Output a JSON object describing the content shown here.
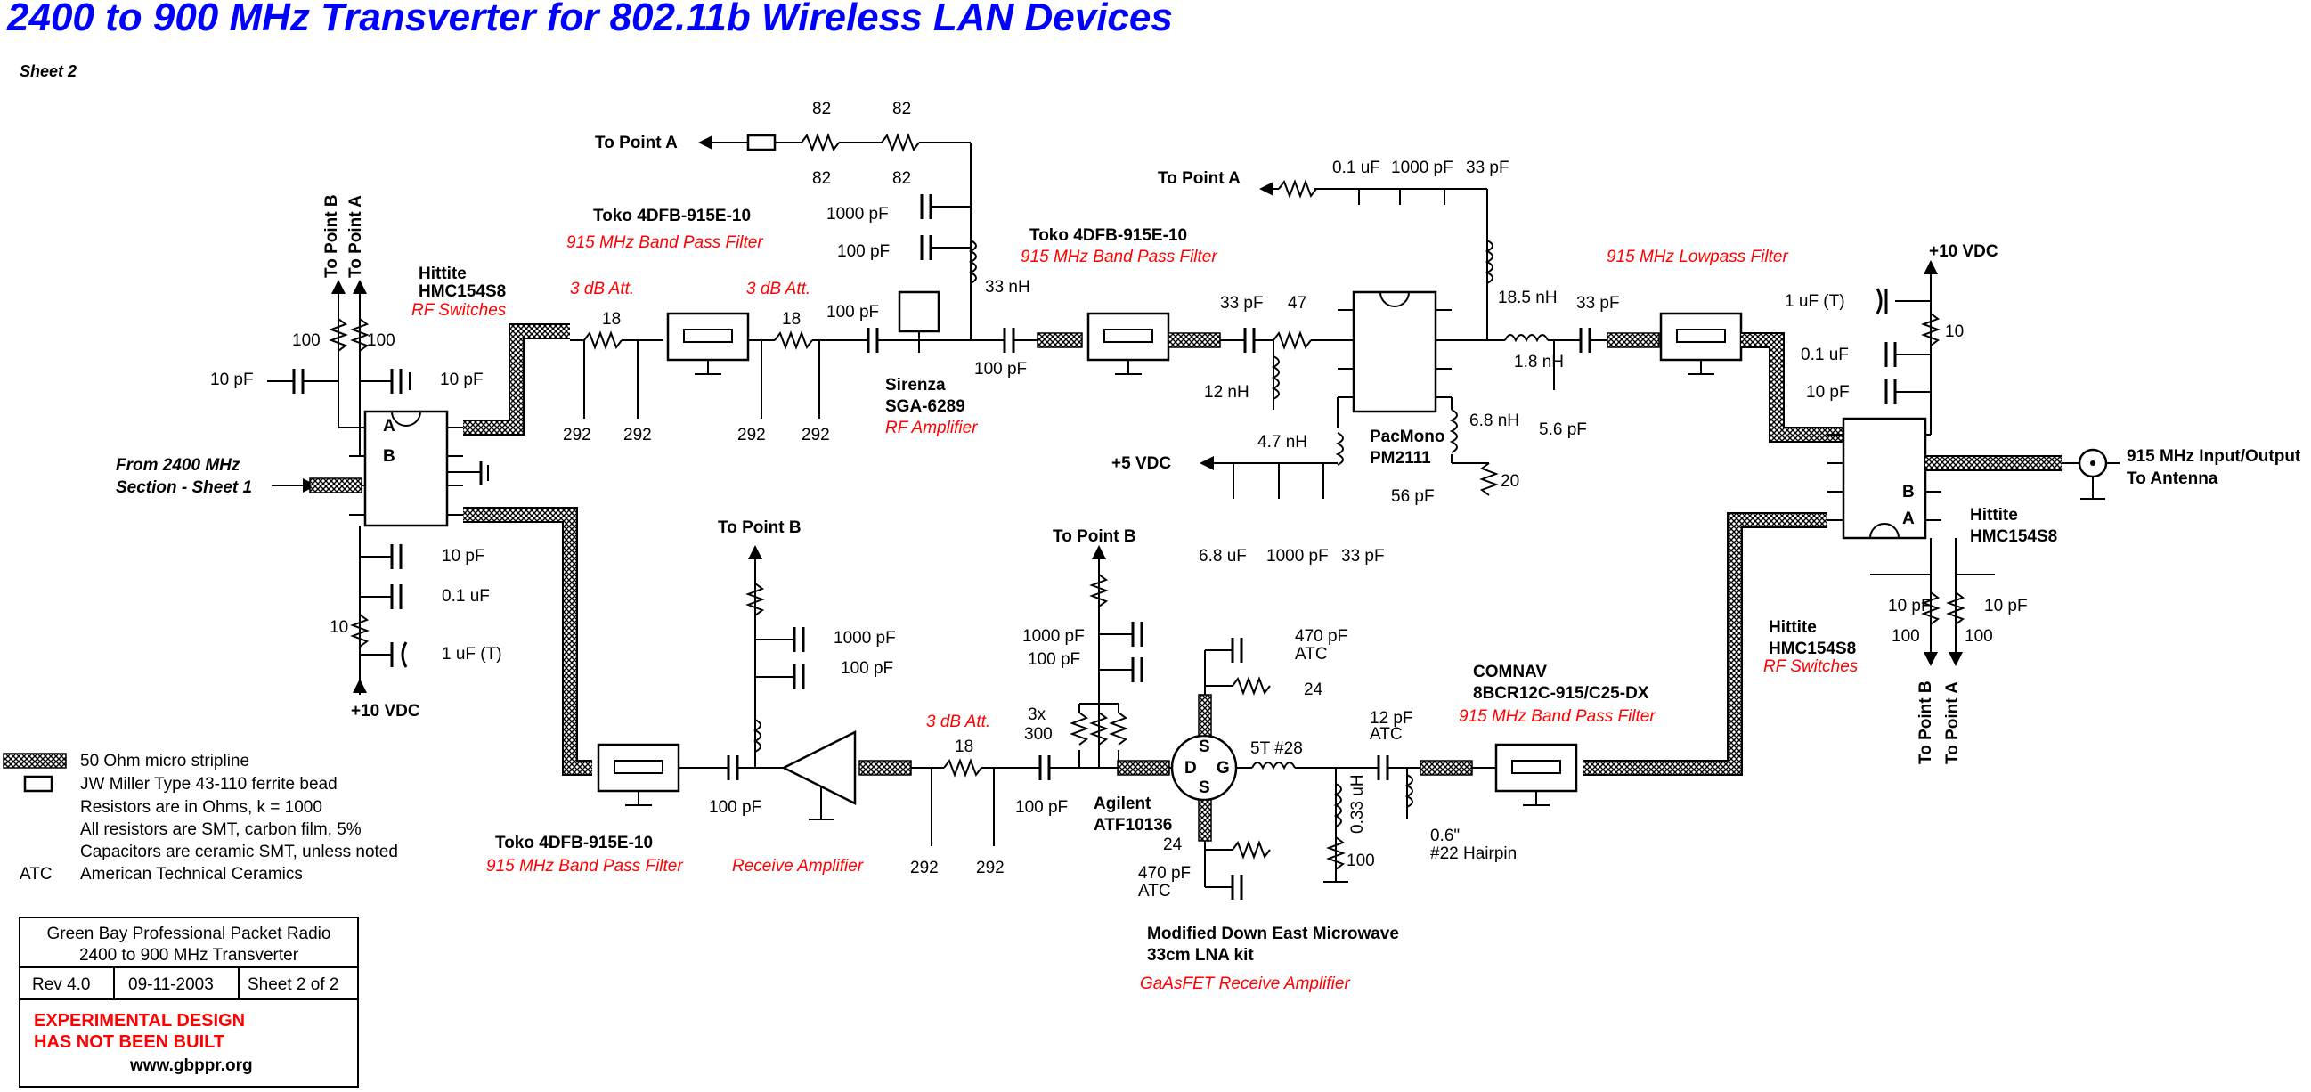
{
  "title": "2400 to 900 MHz Transverter for 802.11b Wireless LAN Devices",
  "sheet": "Sheet 2",
  "labels": {
    "to_point_a": "To Point A",
    "to_point_b": "To Point B",
    "hittite": "Hittite",
    "hmc154s8": "HMC154S8",
    "rf_switches": "RF Switches",
    "toko": "Toko 4DFB-915E-10",
    "bpf_915": "915 MHz Band Pass Filter",
    "att_3db": "3 dB Att.",
    "sirenza": "Sirenza",
    "sga6289": "SGA-6289",
    "rf_amplifier": "RF Amplifier",
    "pacmono": "PacMono",
    "pm2111": "PM2111",
    "lpf_915": "915 MHz Lowpass Filter",
    "plus10vdc": "+10 VDC",
    "plus5vdc": "+5 VDC",
    "from_2400_1": "From 2400 MHz",
    "from_2400_2": "Section - Sheet 1",
    "antenna_1": "915 MHz Input/Output",
    "antenna_2": "To Antenna",
    "receive_amplifier": "Receive Amplifier",
    "agilent": "Agilent",
    "atf10136": "ATF10136",
    "comnav_1": "COMNAV",
    "comnav_2": "8BCR12C-915/C25-DX",
    "down_east_1": "Modified Down East Microwave",
    "down_east_2": "33cm LNA kit",
    "gaasfet": "GaAsFET Receive Amplifier",
    "atc": "ATC",
    "hairpin_1": "0.6\"",
    "hairpin_2": "#22 Hairpin",
    "turns": "5T #28",
    "three_x": "3x",
    "pin_a": "A",
    "pin_b": "B",
    "fet_d": "D",
    "fet_s": "S",
    "fet_g": "G"
  },
  "values": {
    "r82": "82",
    "r100": "100",
    "r18": "18",
    "r292": "292",
    "r47": "47",
    "r10": "10",
    "r20": "20",
    "r24": "24",
    "r300": "300",
    "c10pf": "10 pF",
    "c100pf": "100 pF",
    "c1000pf": "1000 pF",
    "c33pf": "33 pF",
    "c01uf": "0.1 uF",
    "c1uft": "1 uF (T)",
    "c56pf": "56 pF",
    "c56": "5.6 pF",
    "c68uf": "6.8 uF",
    "c12pf": "12 pF",
    "c470pf": "470 pF",
    "l33nh": "33 nH",
    "l12nh": "12 nH",
    "l47nh": "4.7 nH",
    "l68nh": "6.8 nH",
    "l185nh": "18.5 nH",
    "l18nh": "1.8 nH",
    "l033uh": "0.33 uH"
  },
  "legend": {
    "items": [
      {
        "symbol": "stripline",
        "text": "50 Ohm micro stripline"
      },
      {
        "symbol": "bead",
        "text": "JW Miller Type 43-110 ferrite bead"
      },
      {
        "symbol": "",
        "text": "Resistors are in Ohms, k = 1000"
      },
      {
        "symbol": "",
        "text": "All resistors are SMT, carbon film, 5%"
      },
      {
        "symbol": "",
        "text": "Capacitors are ceramic SMT, unless noted"
      },
      {
        "symbol": "ATC",
        "text": "American Technical Ceramics"
      }
    ]
  },
  "titleblock": {
    "org": "Green Bay Professional Packet Radio",
    "project": "2400 to 900 MHz Transverter",
    "rev": "Rev 4.0",
    "date": "09-11-2003",
    "sheet": "Sheet 2 of 2",
    "warning_1": "EXPERIMENTAL DESIGN",
    "warning_2": "HAS NOT BEEN BUILT",
    "url": "www.gbppr.org"
  },
  "colors": {
    "title": "#0000ff",
    "annotation": "#ff0000",
    "ink": "#000000"
  }
}
